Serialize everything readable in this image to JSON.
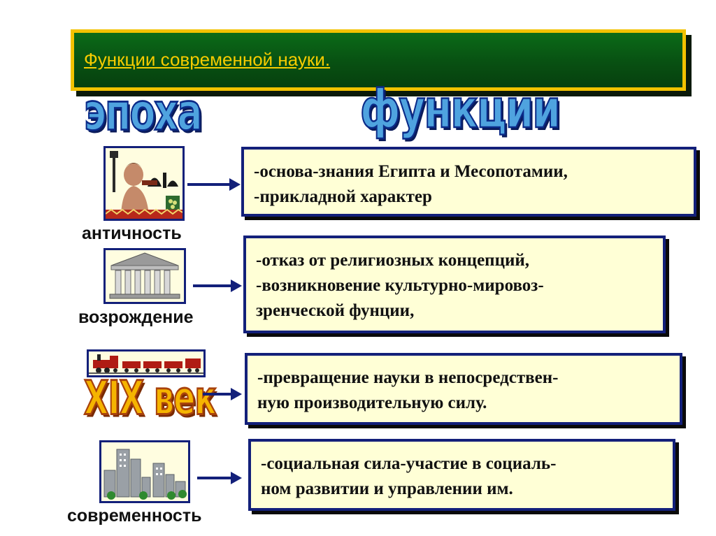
{
  "title": "Функции современной науки.",
  "headers": {
    "epoch": "эпоха",
    "functions": "функции"
  },
  "rows": [
    {
      "epoch": "античность",
      "icon": "greek-statue-icon",
      "lines": [
        "-основа-знания Египта и Месопотамии,",
        "-прикладной характер"
      ]
    },
    {
      "epoch": "возрождение",
      "icon": "temple-icon",
      "lines": [
        "-отказ от религиозных концепций,",
        "-возникновение культурно-мировоз-",
        "зренческой фунции,"
      ]
    },
    {
      "epoch": "XIX век",
      "icon": "train-icon",
      "lines": [
        "-превращение науки в непосредствен-",
        "ную производительную силу."
      ]
    },
    {
      "epoch": "современность",
      "icon": "city-skyline-icon",
      "lines": [
        "-социальная сила-участие в социаль-",
        "ном развитии и управлении им."
      ]
    }
  ],
  "colors": {
    "title_bg": "#085012",
    "title_border": "#f2c200",
    "title_text": "#f6cc00",
    "box_bg": "#ffffd6",
    "box_border": "#13207a",
    "wordart_blue": "#4fa3df",
    "wordart_orange": "#f5b400"
  }
}
